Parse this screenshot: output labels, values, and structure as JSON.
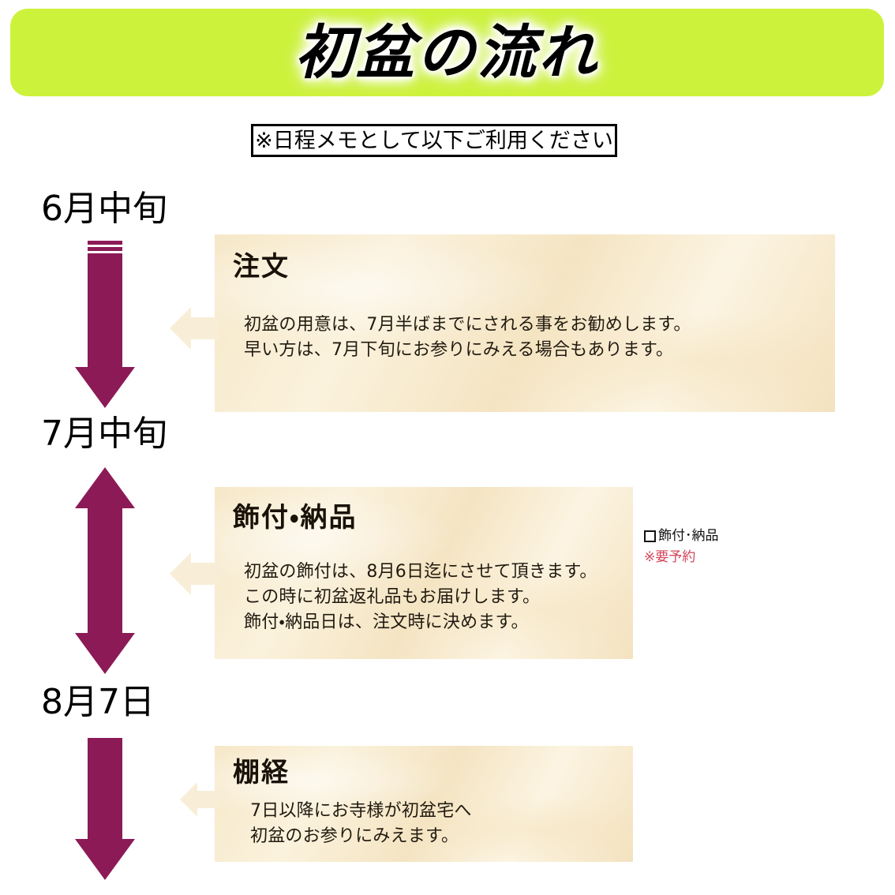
{
  "banner": {
    "title": "初盆の流れ",
    "background_color": "#cdf23c"
  },
  "memo": {
    "text": "※日程メモとして以下ご利用ください"
  },
  "theme": {
    "arrow_color": "#8c1a56",
    "panel_color": "#f6e8c9",
    "tab_color": "#f8edd6",
    "accent_red": "#d1445a"
  },
  "timeline": [
    {
      "date_label": "6月中旬",
      "arrow_type": "down-banded",
      "panel": {
        "title": "注文",
        "lines": "初盆の用意は、7月半ばまでにされる事をお勧めします。\n早い方は、7月下旬にお参りにみえる場合もあります。"
      }
    },
    {
      "date_label": "7月中旬",
      "arrow_type": "double-headed",
      "panel": {
        "title": "飾付・納品",
        "lines": "初盆の飾付は、8月6日迄にさせて頂きます。\nこの時に初盆返礼品もお届けします。\n飾付・納品日は、注文時に決めます。"
      },
      "side_note": {
        "checkbox_label": "飾付･納品",
        "reserve_note": "※要予約"
      }
    },
    {
      "date_label": "8月7日",
      "arrow_type": "down",
      "panel": {
        "title": "棚経",
        "lines": "7日以降にお寺様が初盆宅へ\n初盆のお参りにみえます。"
      }
    }
  ]
}
